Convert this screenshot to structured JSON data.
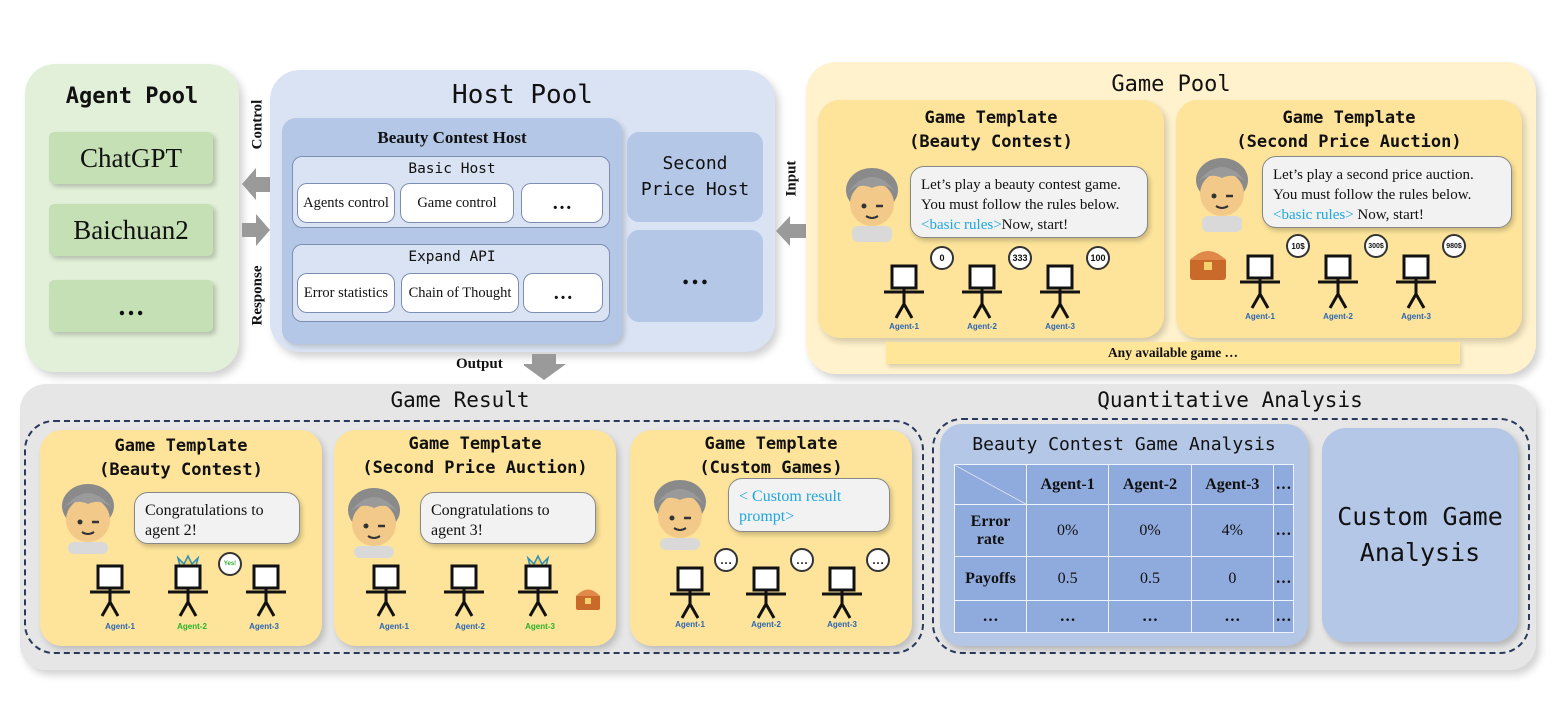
{
  "agent_pool": {
    "title": "Agent Pool",
    "items": [
      "ChatGPT",
      "Baichuan2",
      "…"
    ]
  },
  "arrows": {
    "control": "Control",
    "response": "Response",
    "input": "Input",
    "output": "Output"
  },
  "host_pool": {
    "title": "Host Pool",
    "beauty_host": {
      "title": "Beauty Contest Host",
      "basic": {
        "title": "Basic Host",
        "items": [
          "Agents control",
          "Game control",
          "…"
        ]
      },
      "expand": {
        "title": "Expand API",
        "items": [
          "Error statistics",
          "Chain of Thought",
          "…"
        ]
      }
    },
    "second_price_host": "Second\nPrice Host",
    "more": "…"
  },
  "game_pool": {
    "title": "Game Pool",
    "templates": [
      {
        "title": "Game Template\n(Beauty Contest)",
        "line1": "Let’s play a beauty contest game.",
        "line2": "You must follow the rules below.",
        "rules": "<basic rules>",
        "tail": "Now, start!",
        "agents": [
          "Agent-1",
          "Agent-2",
          "Agent-3"
        ],
        "bids": [
          "0",
          "333",
          "100"
        ]
      },
      {
        "title": "Game Template\n(Second Price Auction)",
        "line1": "Let’s play a second price auction.",
        "line2": "You must follow the rules below.",
        "rules": "<basic rules>",
        "tail": " Now, start!",
        "agents": [
          "Agent-1",
          "Agent-2",
          "Agent-3"
        ],
        "bids": [
          "10$",
          "300$",
          "980$"
        ]
      }
    ],
    "any": "Any available game …"
  },
  "game_result": {
    "title": "Game Result",
    "templates": [
      {
        "title": "Game Template\n(Beauty Contest)",
        "message": "Congratulations to\nagent 2!",
        "agents": [
          "Agent-1",
          "Agent-2",
          "Agent-3"
        ],
        "winner_bubble": "Yes!"
      },
      {
        "title": "Game Template\n(Second Price Auction)",
        "message": "Congratulations to\nagent 3!",
        "agents": [
          "Agent-1",
          "Agent-2",
          "Agent-3"
        ]
      },
      {
        "title": "Game Template\n(Custom Games)",
        "message": "< Custom result\nprompt>",
        "agents": [
          "Agent-1",
          "Agent-2",
          "Agent-3"
        ],
        "ellipsis": "…"
      }
    ]
  },
  "quant": {
    "title": "Quantitative Analysis",
    "table": {
      "title": "Beauty Contest Game Analysis",
      "headers": [
        "Agent-1",
        "Agent-2",
        "Agent-3",
        "…"
      ],
      "rows": [
        {
          "label": "Error\nrate",
          "values": [
            "0%",
            "0%",
            "4%",
            "…"
          ]
        },
        {
          "label": "Payoffs",
          "values": [
            "0.5",
            "0.5",
            "0",
            "…"
          ]
        },
        {
          "label": "…",
          "values": [
            "…",
            "…",
            "…",
            "…"
          ]
        }
      ]
    },
    "custom": "Custom Game\nAnalysis"
  },
  "colors": {
    "agent_pool": "#e2f0d9",
    "agent_item": "#c5e0b4",
    "host_pool": "#dae3f3",
    "host_inner": "#b4c7e7",
    "game_pool": "#fff2cc",
    "template": "#ffe699",
    "result_bg": "#e6e6e6",
    "link_blue": "#1ea6e0"
  }
}
